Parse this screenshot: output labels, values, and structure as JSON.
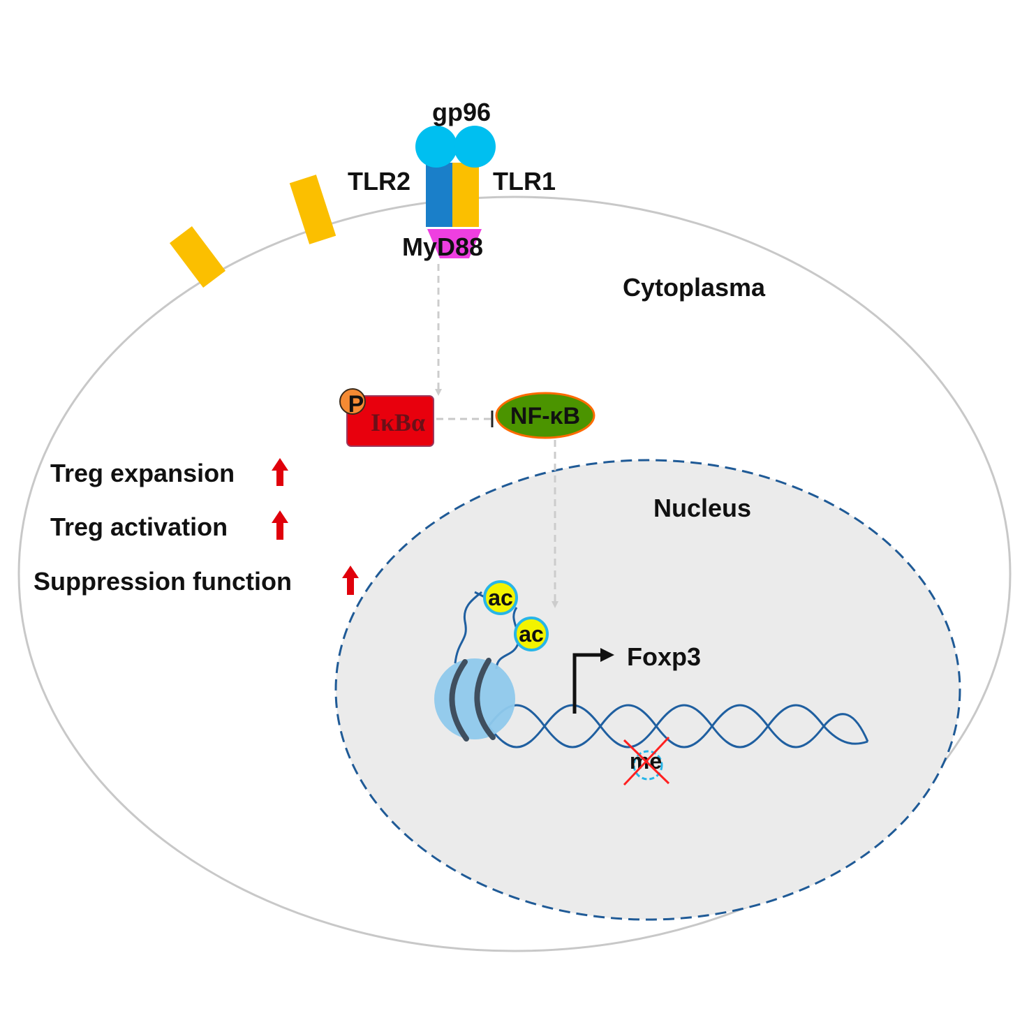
{
  "receptor": {
    "gp96": "gp96",
    "tlr2": "TLR2",
    "tlr1": "TLR1",
    "myd88": "MyD88"
  },
  "compartments": {
    "cytoplasm": "Cytoplasma",
    "nucleus": "Nucleus"
  },
  "signaling": {
    "phospho": "P",
    "ikba": "IκBα",
    "nfkb": "NF-κB"
  },
  "outcomes": [
    "Treg expansion",
    "Treg activation",
    "Suppression function"
  ],
  "chromatin": {
    "acetyl": "ac",
    "methyl": "me",
    "gene": "Foxp3"
  },
  "colors": {
    "gp96": "#00bff0",
    "tlr2": "#1a7fc9",
    "tlr1": "#fbbf00",
    "myd88": "#ee3fe0",
    "phospho": "#f58a33",
    "ikba": "#e8000d",
    "nfkb": "#4b9400",
    "nfkb_border": "#ff6a00",
    "up_arrow": "#e0000b",
    "nucleus_fill": "#ebebeb",
    "nucleus_border": "#1f5a96",
    "dna": "#1f5fa0",
    "histone": "#8fc9ec",
    "acetyl": "#f3f300",
    "acetyl_ring": "#27b5e8",
    "cross": "#ff2020"
  }
}
